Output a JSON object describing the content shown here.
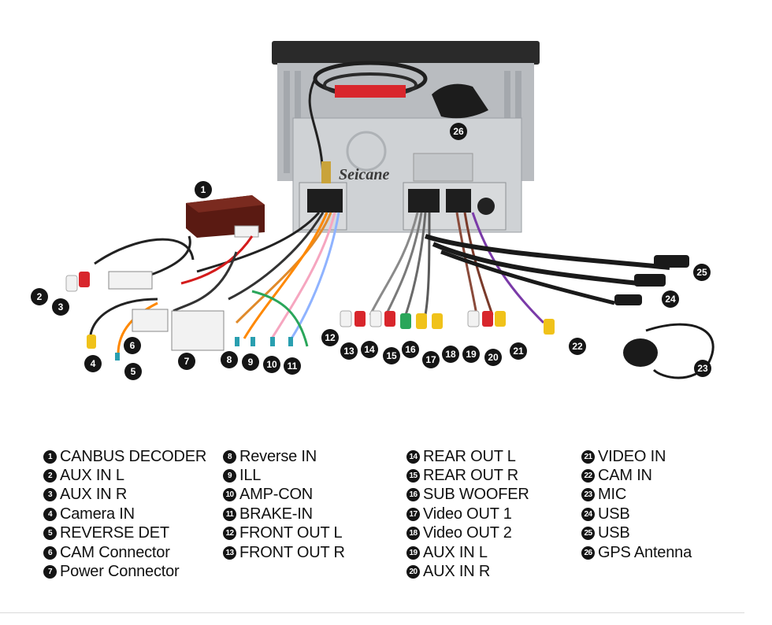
{
  "brand": "Seicane",
  "legend": {
    "col1": [
      {
        "n": "1",
        "label": "CANBUS DECODER"
      },
      {
        "n": "2",
        "label": "AUX IN L"
      },
      {
        "n": "3",
        "label": "AUX IN R"
      },
      {
        "n": "4",
        "label": "Camera IN"
      },
      {
        "n": "5",
        "label": "REVERSE DET"
      },
      {
        "n": "6",
        "label": "CAM Connector"
      },
      {
        "n": "7",
        "label": "Power Connector"
      }
    ],
    "col2": [
      {
        "n": "8",
        "label": "Reverse IN"
      },
      {
        "n": "9",
        "label": "ILL"
      },
      {
        "n": "10",
        "label": "AMP-CON"
      },
      {
        "n": "11",
        "label": "BRAKE-IN"
      },
      {
        "n": "12",
        "label": "FRONT OUT L"
      },
      {
        "n": "13",
        "label": "FRONT OUT R"
      }
    ],
    "col3": [
      {
        "n": "14",
        "label": "REAR OUT L"
      },
      {
        "n": "15",
        "label": "REAR OUT R"
      },
      {
        "n": "16",
        "label": "SUB WOOFER"
      },
      {
        "n": "17",
        "label": "Video OUT 1"
      },
      {
        "n": "18",
        "label": "Video OUT 2"
      },
      {
        "n": "19",
        "label": "AUX IN L"
      },
      {
        "n": "20",
        "label": "AUX IN R"
      }
    ],
    "col4": [
      {
        "n": "21",
        "label": "VIDEO IN"
      },
      {
        "n": "22",
        "label": "CAM IN"
      },
      {
        "n": "23",
        "label": "MIC"
      },
      {
        "n": "24",
        "label": "USB"
      },
      {
        "n": "25",
        "label": "USB"
      },
      {
        "n": "26",
        "label": "GPS Antenna"
      }
    ]
  },
  "markers": [
    "1",
    "2",
    "3",
    "4",
    "5",
    "6",
    "7",
    "8",
    "9",
    "10",
    "11",
    "12",
    "13",
    "14",
    "15",
    "16",
    "17",
    "18",
    "19",
    "20",
    "21",
    "22",
    "23",
    "24",
    "25",
    "26"
  ]
}
